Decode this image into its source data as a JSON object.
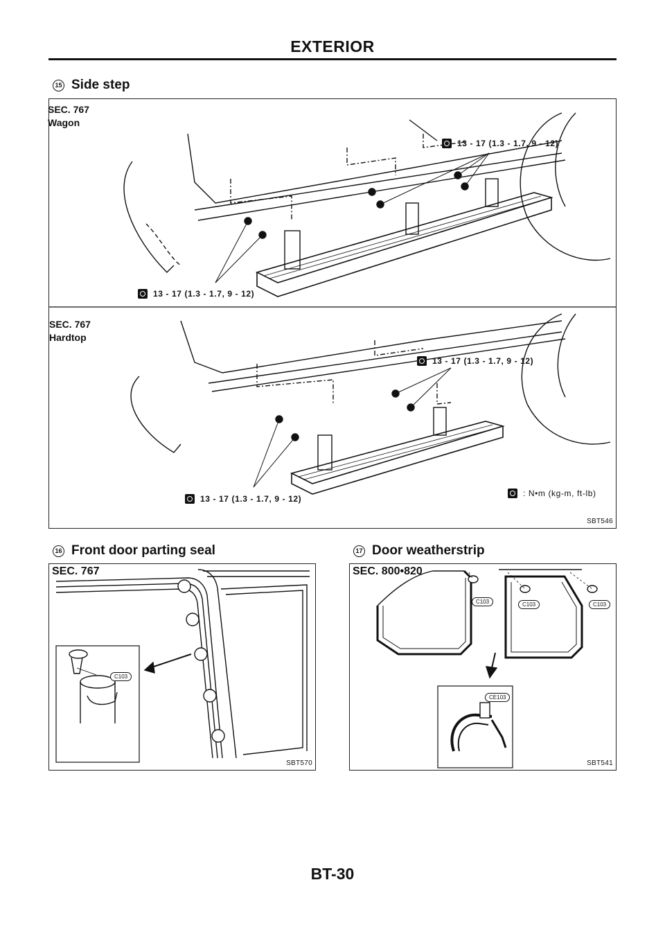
{
  "page": {
    "header": "EXTERIOR",
    "footer": "BT-30"
  },
  "sections": {
    "side_step": {
      "number": "15",
      "title": "Side step",
      "wagon": {
        "sec": "SEC. 767",
        "variant": "Wagon",
        "torque_upper": "13 - 17 (1.3 - 1.7, 9 - 12)",
        "torque_lower": "13 - 17 (1.3 - 1.7, 9 - 12)"
      },
      "hardtop": {
        "sec": "SEC. 767",
        "variant": "Hardtop",
        "torque_upper": "13 - 17 (1.3 - 1.7, 9 - 12)",
        "torque_lower": "13 - 17 (1.3 - 1.7, 9 - 12)",
        "legend": ": N•m (kg-m, ft-lb)"
      },
      "code": "SBT546"
    },
    "front_door_seal": {
      "number": "16",
      "title": "Front door parting seal",
      "sec": "SEC. 767",
      "sealant": "C103",
      "code": "SBT570"
    },
    "door_weatherstrip": {
      "number": "17",
      "title": "Door weatherstrip",
      "sec": "SEC. 800•820",
      "sealant_1": "C103",
      "sealant_2": "C103",
      "sealant_3": "C103",
      "sealant_4": "CE103",
      "code": "SBT541"
    }
  }
}
